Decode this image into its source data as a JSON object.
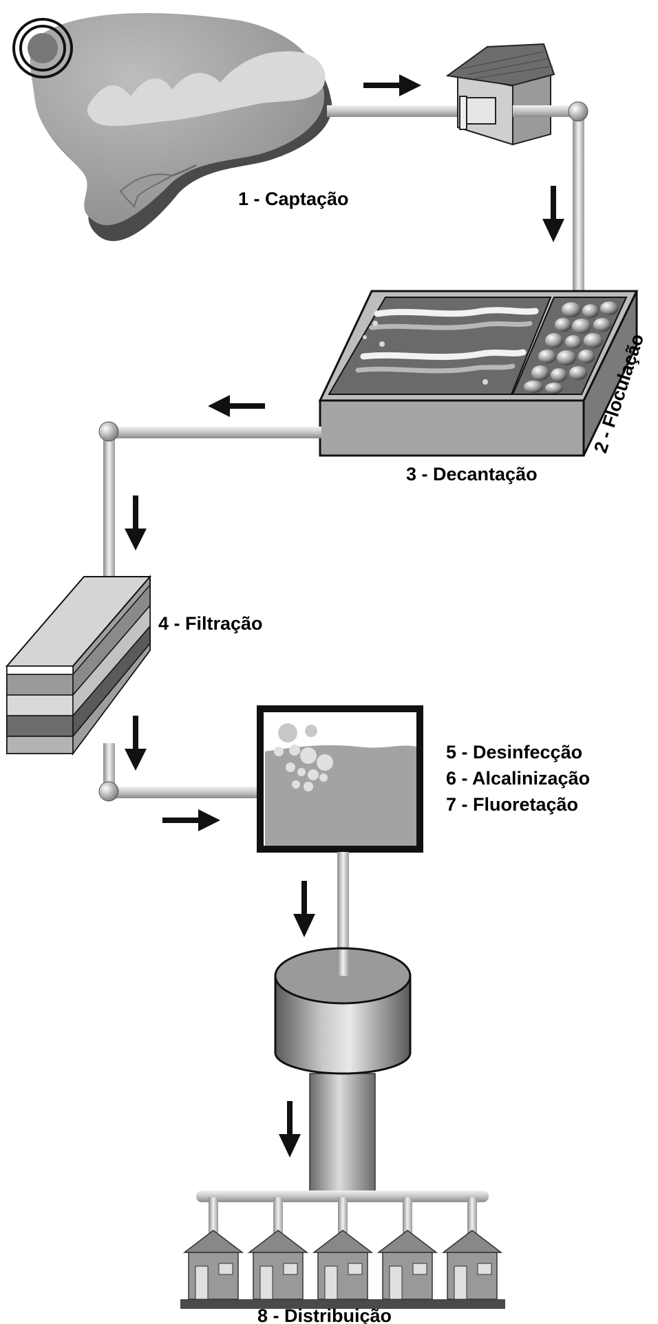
{
  "diagram": {
    "steps": [
      {
        "label": "1 - Captação"
      },
      {
        "label": "2 - Floculação"
      },
      {
        "label": "3 - Decantação"
      },
      {
        "label": "4 - Filtração"
      },
      {
        "label": "5 - Desinfecção"
      },
      {
        "label": "6 - Alcalinização"
      },
      {
        "label": "7 - Fluoretação"
      },
      {
        "label": "8 - Distribuição"
      }
    ]
  }
}
